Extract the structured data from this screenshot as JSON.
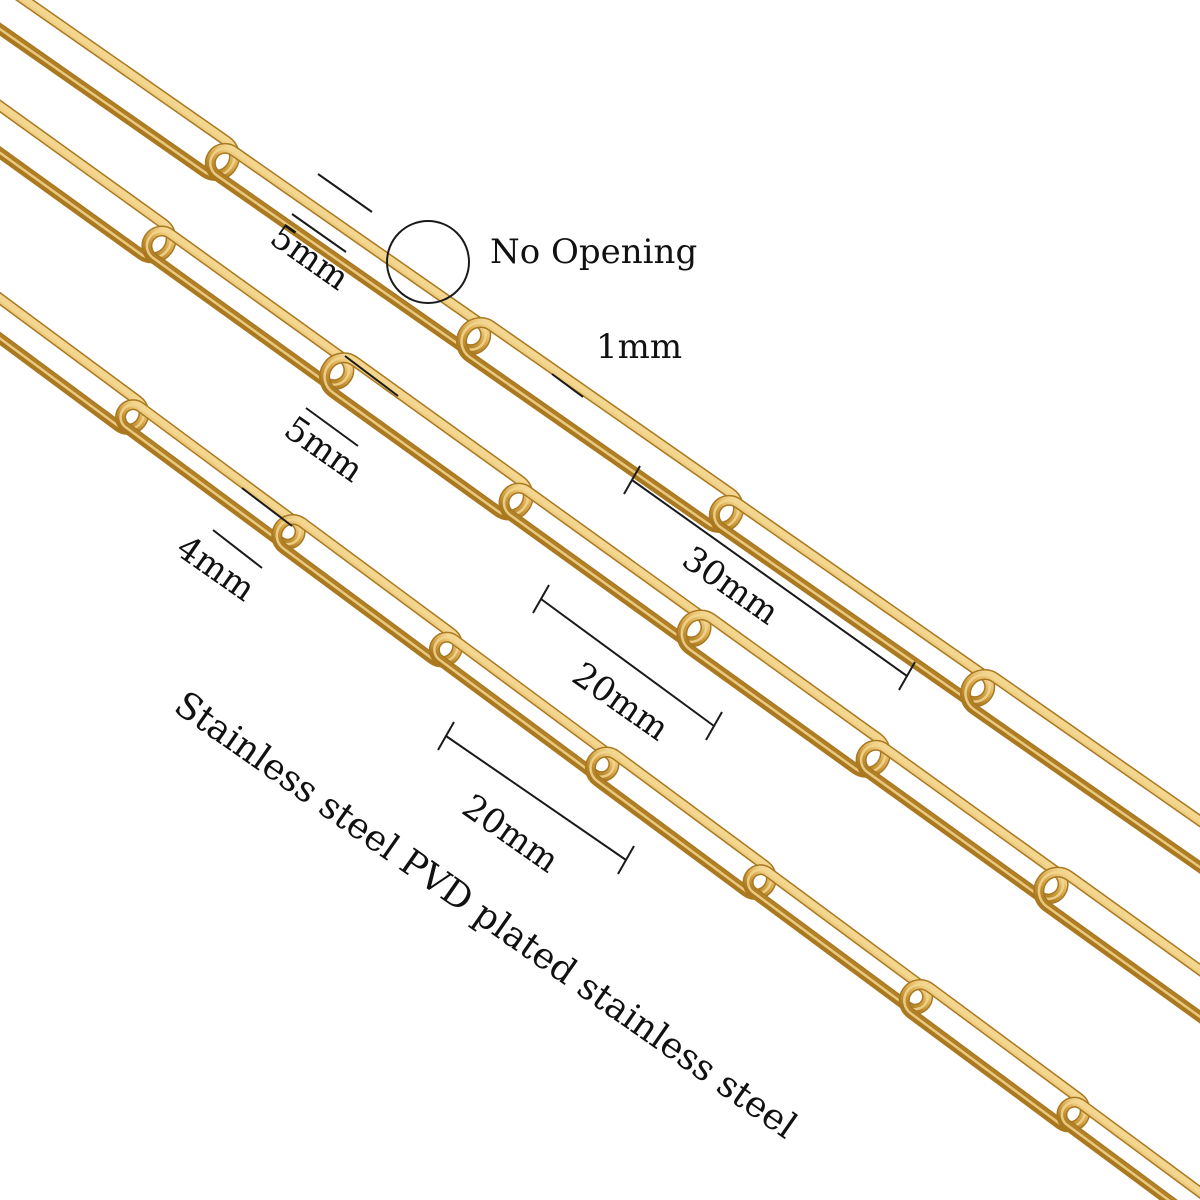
{
  "colors": {
    "background": "#ffffff",
    "gold_dark": "#a9781f",
    "gold_mid": "#d8a84c",
    "gold_light": "#f3d68f",
    "ink": "#111111"
  },
  "labels": {
    "no_opening": "No Opening",
    "wire_thickness": "1mm",
    "chain1_width": "5mm",
    "chain1_length": "30mm",
    "chain2_width": "5mm",
    "chain2_length": "20mm",
    "chain3_width": "4mm",
    "chain3_length": "20mm",
    "material": "Stainless steel PVD plated stainless steel"
  }
}
